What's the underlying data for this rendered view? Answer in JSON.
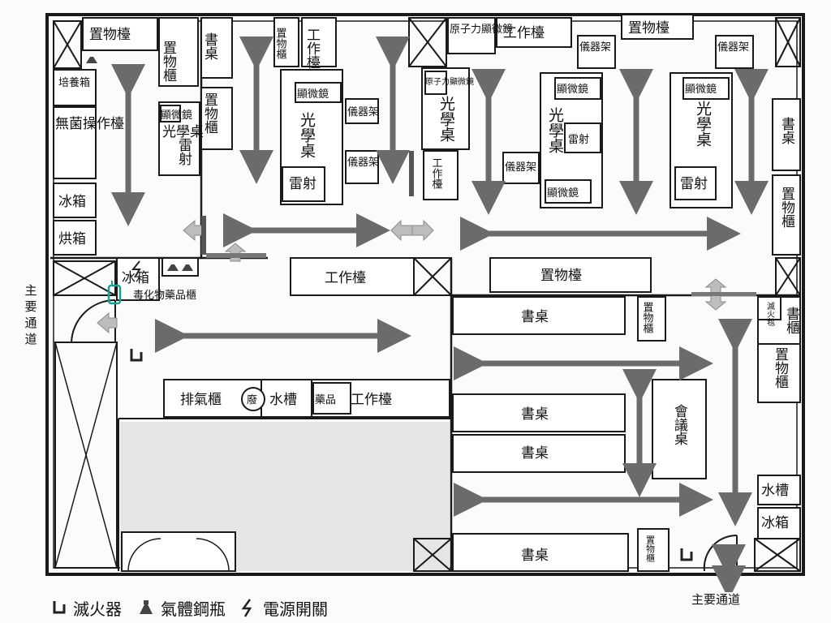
{
  "rooms": {
    "shelf_tl": "置物檯",
    "cabinet_tl": "置物櫃",
    "desk_tl": "書桌",
    "cabinet_tl2": "置物櫃",
    "culture_box": "培養箱",
    "sterile_bench": "無菌操作檯",
    "fridge_l": "冰箱",
    "oven": "烘箱",
    "laser_optical_l": "光學桌",
    "microscope_l": "顯微鏡",
    "laser_l": "雷射",
    "cabinet_r1": "置物櫃",
    "bench_top1": "工作檯",
    "optical_a": "光學桌",
    "microscope_a": "顯微鏡",
    "laser_a": "雷射",
    "rack_a1": "儀器架",
    "rack_a2": "儀器架",
    "afm": "原子力顯微鏡",
    "bench_top2": "工作檯",
    "shelf_top": "置物檯",
    "rack_b1": "儀器架",
    "rack_b2": "儀器架",
    "afm_small": "原子力顯微鏡",
    "optical_b": "光學桌",
    "bench_b": "工作檯",
    "rack_c": "儀器架",
    "optical_c": "光學桌",
    "microscope_c1": "顯微鏡",
    "laser_c": "雷射",
    "microscope_c2": "顯微鏡",
    "optical_d": "光學桌",
    "microscope_d": "顯微鏡",
    "laser_d": "雷射",
    "desk_r": "書桌",
    "cabinet_r": "置物櫃",
    "fridge_mid": "冰箱",
    "bench_mid": "工作檯",
    "shelf_mid": "置物檯",
    "desk_1": "書桌",
    "cabinet_m1": "置物櫃",
    "extinguisher_box": "滅火毯",
    "cabinet_m2": "書櫃",
    "cabinet_m3": "置物櫃",
    "fume_hood": "排氣櫃",
    "waste": "廢",
    "sink_l": "水槽",
    "chem": "藥品",
    "bench_low": "工作檯",
    "desk_2": "書桌",
    "desk_3": "書桌",
    "meeting_table": "會議桌",
    "sink_r": "水槽",
    "fridge_r": "冰箱",
    "desk_4": "書桌",
    "cabinet_m4": "置物櫃",
    "toxic_cabinet": "毒化物藥品櫃"
  },
  "exits": {
    "main_left": "主要通道",
    "main_bottom": "主要通道"
  },
  "legend": {
    "extinguisher": "滅火器",
    "gas_cylinder": "氣體鋼瓶",
    "power_switch": "電源開關"
  }
}
